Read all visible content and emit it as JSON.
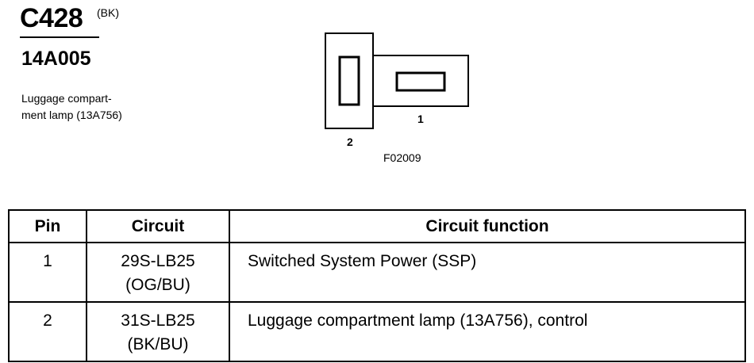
{
  "connector": {
    "id": "C428",
    "color": "(BK)",
    "part_number": "14A005",
    "description_lines": [
      "Luggage compart-",
      "ment lamp (13A756)"
    ]
  },
  "diagram": {
    "pin_labels": [
      "1",
      "2"
    ],
    "figure_ref": "F02009"
  },
  "table": {
    "headers": [
      "Pin",
      "Circuit",
      "Circuit function"
    ],
    "rows": [
      {
        "pin": "1",
        "circuit_lines": [
          "29S-LB25",
          "(OG/BU)"
        ],
        "function": "Switched System Power (SSP)"
      },
      {
        "pin": "2",
        "circuit_lines": [
          "31S-LB25",
          "(BK/BU)"
        ],
        "function": "Luggage compartment lamp (13A756), control"
      }
    ]
  }
}
